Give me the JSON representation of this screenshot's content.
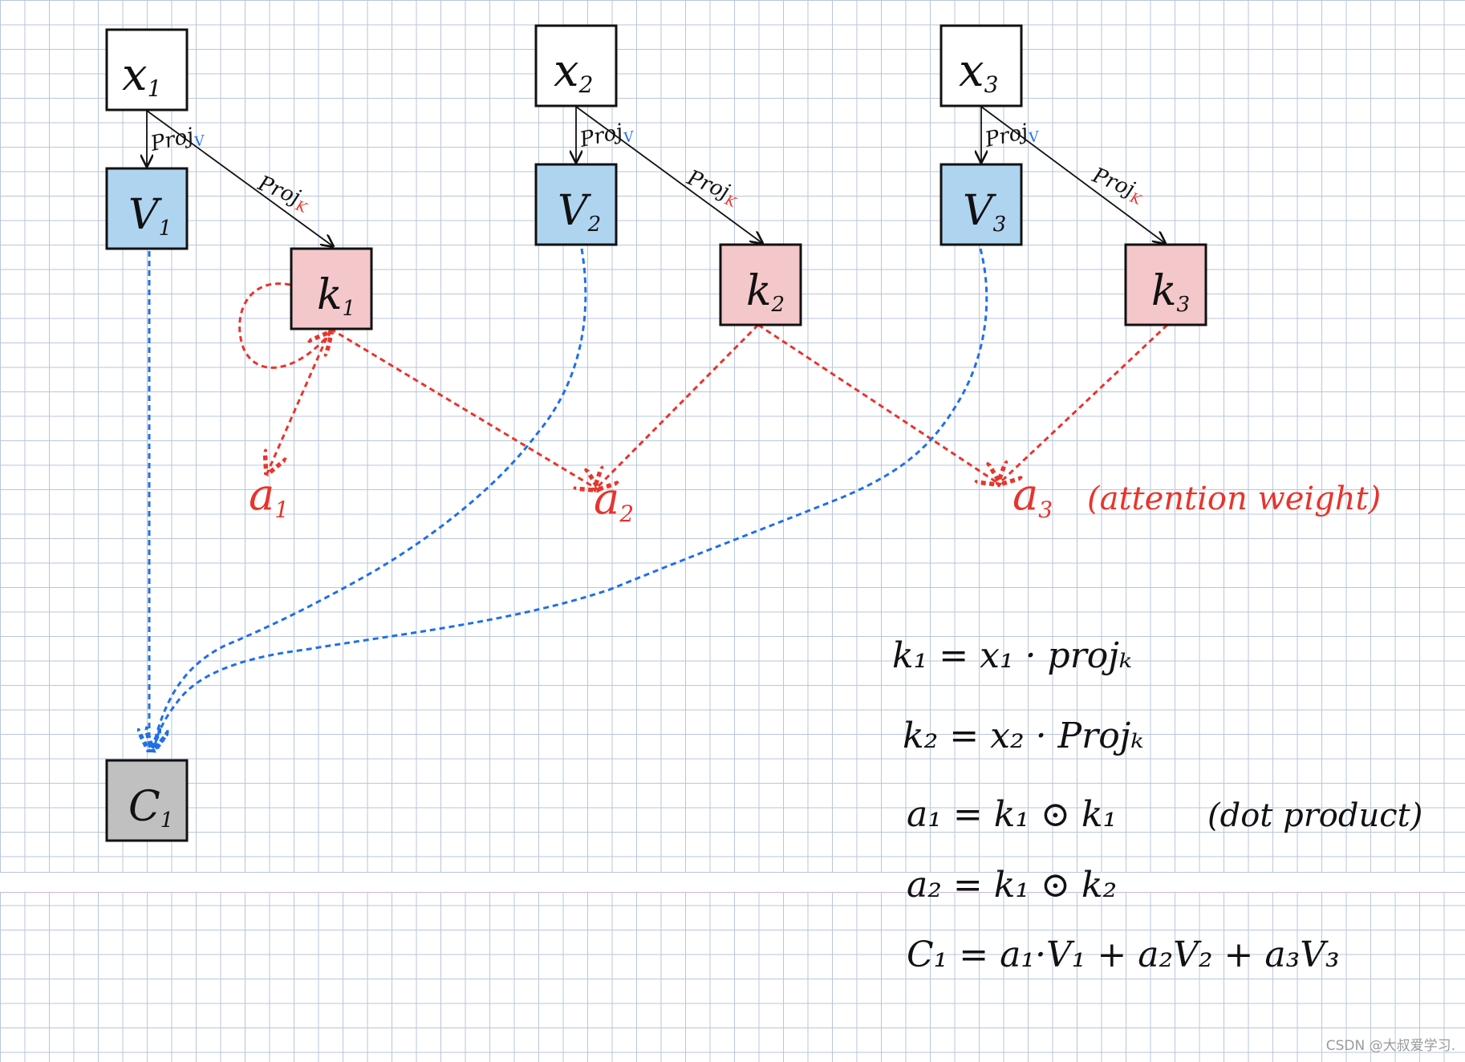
{
  "nodes": {
    "x1": {
      "base": "x",
      "sub": "1"
    },
    "x2": {
      "base": "x",
      "sub": "2"
    },
    "x3": {
      "base": "x",
      "sub": "3"
    },
    "v1": {
      "base": "V",
      "sub": "1"
    },
    "v2": {
      "base": "V",
      "sub": "2"
    },
    "v3": {
      "base": "V",
      "sub": "3"
    },
    "k1": {
      "base": "k",
      "sub": "1"
    },
    "k2": {
      "base": "k",
      "sub": "2"
    },
    "k3": {
      "base": "k",
      "sub": "3"
    },
    "c1": {
      "base": "C",
      "sub": "1"
    }
  },
  "edge_labels": {
    "proj": "Proj",
    "proj_v_sub": "V",
    "proj_k": "Proj",
    "proj_k_sub": "K"
  },
  "weights": {
    "a1": {
      "base": "a",
      "sub": "1"
    },
    "a2": {
      "base": "a",
      "sub": "2"
    },
    "a3": {
      "base": "a",
      "sub": "3"
    },
    "a3_note": "(attention weight)"
  },
  "equations": {
    "eq1": "k₁ = x₁ · projₖ",
    "eq2": "k₂ = x₂ · Projₖ",
    "eq3": "a₁ = k₁ ⊙ k₁",
    "eq3_note": "(dot product)",
    "eq4": "a₂ = k₁ ⊙ k₂",
    "eq5": "C₁ = a₁·V₁ + a₂V₂ + a₃V₃"
  },
  "colors": {
    "input_fill": "#ffffff",
    "value_fill": "#aed4f0",
    "key_fill": "#f4c7ca",
    "output_fill": "#c0c0c0",
    "red_ink": "#e8342c",
    "blue_ink": "#1f6fe8",
    "black_ink": "#111111"
  },
  "watermark": "CSDN @大叔爱学习."
}
